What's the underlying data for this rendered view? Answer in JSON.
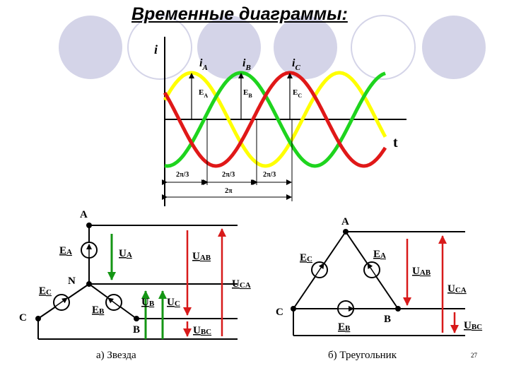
{
  "title": "Временные диаграммы:",
  "colors": {
    "phase_a": "#ffff00",
    "phase_b": "#1ed41e",
    "phase_c": "#e01818",
    "circles": "#d4d4e8",
    "green_arrow": "#149614",
    "red_arrow": "#d81a1a"
  },
  "timing": {
    "axis_i": "i",
    "axis_t": "t",
    "currents": [
      {
        "main": "i",
        "sub": "A"
      },
      {
        "main": "i",
        "sub": "B"
      },
      {
        "main": "i",
        "sub": "C"
      }
    ],
    "emfs": [
      {
        "main": "E",
        "sub": "A"
      },
      {
        "main": "E",
        "sub": "B"
      },
      {
        "main": "E",
        "sub": "C"
      }
    ],
    "intervals": [
      "2π/3",
      "2π/3",
      "2π/3"
    ],
    "period": "2π"
  },
  "star": {
    "node_a": "A",
    "node_n": "N",
    "node_c": "C",
    "node_b": "B",
    "ea": {
      "main": "E",
      "sub": "A"
    },
    "eb": {
      "main": "E",
      "sub": "B"
    },
    "ec": {
      "main": "E",
      "sub": "C"
    },
    "ua": {
      "main": "U",
      "sub": "A"
    },
    "ub": {
      "main": "U",
      "sub": "B"
    },
    "uc": {
      "main": "U",
      "sub": "C"
    },
    "uab": {
      "main": "U",
      "sub": "AB"
    },
    "uca": {
      "main": "U",
      "sub": "CA"
    },
    "ubc": {
      "main": "U",
      "sub": "BC"
    },
    "caption": "а) Звезда"
  },
  "delta": {
    "node_a": "A",
    "node_b": "B",
    "node_c": "C",
    "ea": {
      "main": "E",
      "sub": "A"
    },
    "eb": {
      "main": "E",
      "sub": "B"
    },
    "ec": {
      "main": "E",
      "sub": "C"
    },
    "uab": {
      "main": "U",
      "sub": "AB"
    },
    "uca": {
      "main": "U",
      "sub": "CA"
    },
    "ubc": {
      "main": "U",
      "sub": "BC"
    },
    "caption": "б) Треугольник"
  },
  "page_number": "27"
}
